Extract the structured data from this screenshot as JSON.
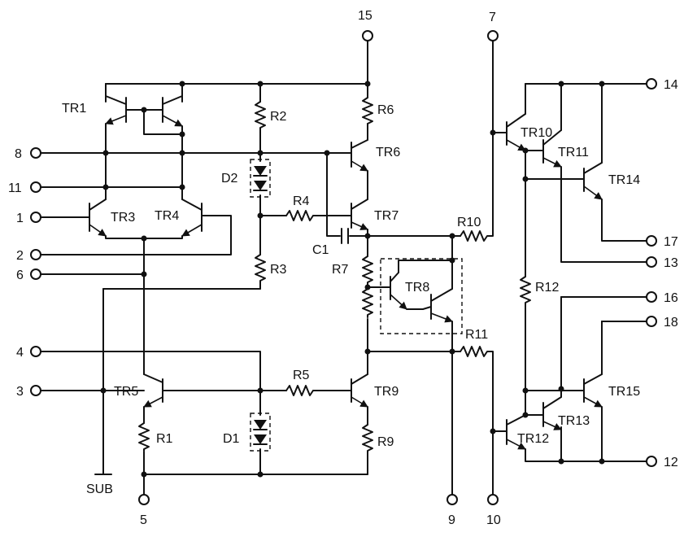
{
  "labels": {
    "tr1": "TR1",
    "tr3": "TR3",
    "tr4": "TR4",
    "tr5": "TR5",
    "tr6": "TR6",
    "tr7": "TR7",
    "tr8": "TR8",
    "tr9": "TR9",
    "tr10": "TR10",
    "tr11": "TR11",
    "tr12": "TR12",
    "tr13": "TR13",
    "tr14": "TR14",
    "tr15": "TR15",
    "r1": "R1",
    "r2": "R2",
    "r3": "R3",
    "r4": "R4",
    "r5": "R5",
    "r6": "R6",
    "r7": "R7",
    "r9": "R9",
    "r10": "R10",
    "r11": "R11",
    "r12": "R12",
    "c1": "C1",
    "d1": "D1",
    "d2": "D2",
    "sub": "SUB"
  },
  "pins": {
    "p1": "1",
    "p2": "2",
    "p3": "3",
    "p4": "4",
    "p5": "5",
    "p6": "6",
    "p7": "7",
    "p8": "8",
    "p9": "9",
    "p10": "10",
    "p11": "11",
    "p12": "12",
    "p13": "13",
    "p14": "14",
    "p15": "15",
    "p16": "16",
    "p17": "17",
    "p18": "18"
  }
}
